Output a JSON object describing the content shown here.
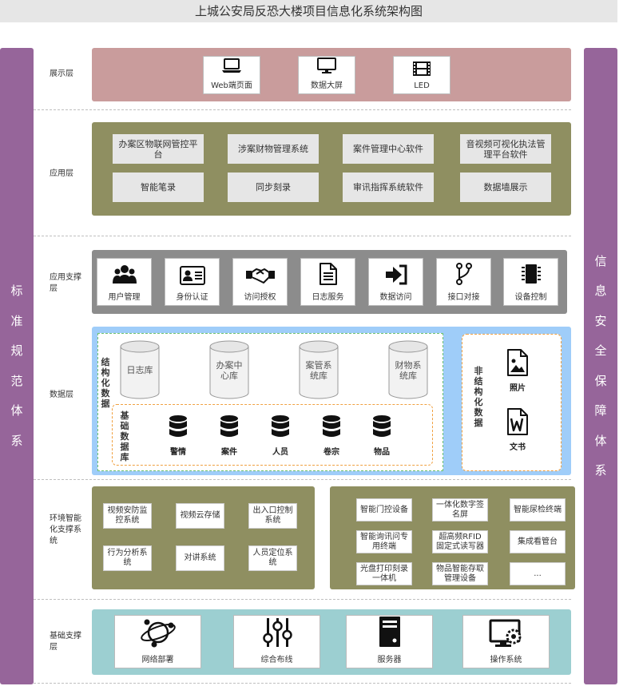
{
  "title": "上城公安局反恐大楼项目信息化系统架构图",
  "left_side": [
    "标",
    "准",
    "规",
    "范",
    "体",
    "系"
  ],
  "right_side": [
    "信",
    "息",
    "安",
    "全",
    "保",
    "障",
    "体",
    "系"
  ],
  "colors": {
    "side": "#96659a",
    "display_band": "#c99c9c",
    "app_band": "#8f8f61",
    "support_band": "#8c8c8c",
    "data_band": "#9fcdf9",
    "env_band": "#8f8f61",
    "base_band": "#9ccfd1"
  },
  "display_layer": {
    "label": "展示层",
    "items": [
      {
        "label": "Web端页面",
        "icon": "laptop-icon"
      },
      {
        "label": "数据大屏",
        "icon": "monitor-icon"
      },
      {
        "label": "LED",
        "icon": "film-icon"
      }
    ]
  },
  "app_layer": {
    "label": "应用层",
    "items": [
      "办案区物联网管控平台",
      "涉案财物管理系统",
      "案件管理中心软件",
      "音视频可视化执法管理平台软件",
      "智能笔录",
      "同步刻录",
      "审讯指挥系统软件",
      "数据墙展示"
    ]
  },
  "support_layer": {
    "label": "应用支撑层",
    "items": [
      {
        "label": "用户管理",
        "icon": "users-icon"
      },
      {
        "label": "身份认证",
        "icon": "id-card-icon"
      },
      {
        "label": "访问授权",
        "icon": "handshake-icon"
      },
      {
        "label": "日志服务",
        "icon": "document-icon"
      },
      {
        "label": "数据访问",
        "icon": "sign-in-icon"
      },
      {
        "label": "接口对接",
        "icon": "branch-icon"
      },
      {
        "label": "设备控制",
        "icon": "chip-icon"
      }
    ]
  },
  "data_layer": {
    "label": "数据层",
    "structured_label": "结构化数据",
    "databases": [
      "日志库",
      "办案中心库",
      "案管系统库",
      "财物系统库"
    ],
    "base_db_label": "基础数据库",
    "base_items": [
      "警情",
      "案件",
      "人员",
      "卷宗",
      "物品"
    ],
    "unstructured_label": "非结构化数据",
    "unstructured_items": [
      {
        "label": "照片",
        "icon": "image-file-icon"
      },
      {
        "label": "文书",
        "icon": "word-file-icon"
      }
    ]
  },
  "env_layer": {
    "label": "环境智能化支撑系统",
    "left_items": [
      "视频安防监控系统",
      "视频云存储",
      "出入口控制系统",
      "行为分析系统",
      "对讲系统",
      "人员定位系统"
    ],
    "right_items": [
      "智能门控设备",
      "一体化数字签名屏",
      "智能尿检终端",
      "智能询讯问专用终端",
      "超高频RFID固定式读写器",
      "集成看管台",
      "光盘打印刻录一体机",
      "物品智能存取管理设备",
      "..."
    ]
  },
  "base_layer": {
    "label": "基础支撑层",
    "items": [
      {
        "label": "网络部署",
        "icon": "network-icon"
      },
      {
        "label": "综合布线",
        "icon": "sliders-icon"
      },
      {
        "label": "服务器",
        "icon": "server-icon"
      },
      {
        "label": "操作系统",
        "icon": "os-gear-icon"
      }
    ]
  }
}
